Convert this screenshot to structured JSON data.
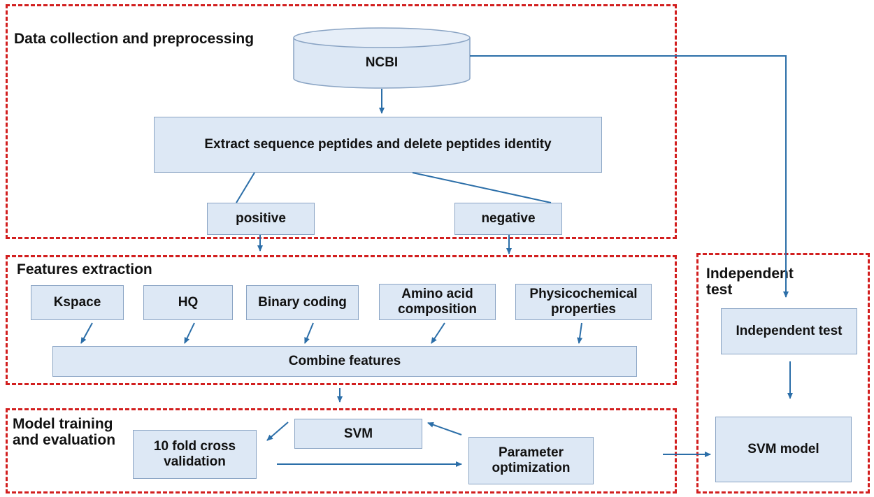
{
  "colors": {
    "section_border": "#d21f1f",
    "box_fill": "#dde8f5",
    "box_border": "#8aa4c4",
    "arrow": "#2b6ea8"
  },
  "sections": {
    "data_collection": {
      "title": "Data collection and  preprocessing"
    },
    "features": {
      "title": "Features extraction"
    },
    "model": {
      "title": "Model training\nand evaluation"
    },
    "independent": {
      "title": "Independent\ntest"
    }
  },
  "nodes": {
    "ncbi": {
      "label": "NCBI",
      "icon": "database-cylinder-icon"
    },
    "extract": {
      "label": "Extract sequence peptides and delete peptides identity"
    },
    "positive": {
      "label": "positive"
    },
    "negative": {
      "label": "negative"
    },
    "kspace": {
      "label": "Kspace"
    },
    "hq": {
      "label": "HQ"
    },
    "binary": {
      "label": "Binary coding"
    },
    "aac": {
      "label": "Amino acid\ncomposition"
    },
    "physchem": {
      "label": "Physicochemical\nproperties"
    },
    "combine": {
      "label": "Combine  features"
    },
    "svm": {
      "label": "SVM"
    },
    "cv": {
      "label": "10 fold cross\nvalidation"
    },
    "param": {
      "label": "Parameter\noptimization"
    },
    "indep_test": {
      "label": "Independent test"
    },
    "svm_model": {
      "label": "SVM model"
    }
  }
}
